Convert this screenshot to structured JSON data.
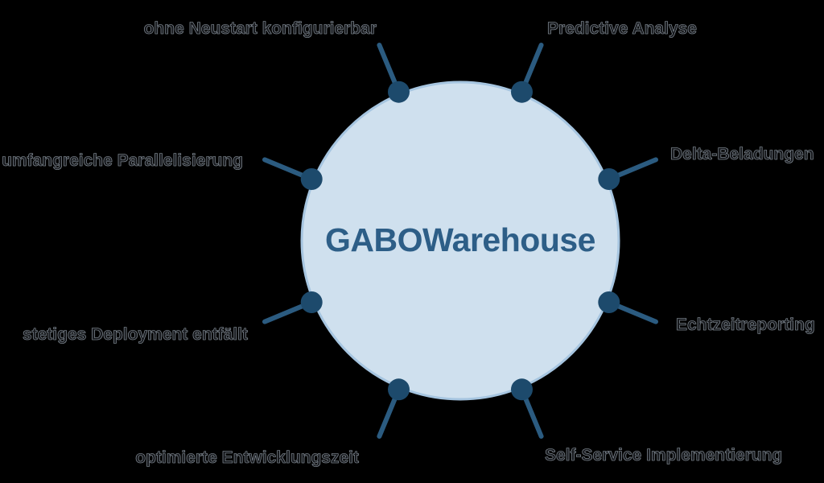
{
  "diagram": {
    "title": "GABOWarehouse",
    "type": "hub-and-spoke feature diagram",
    "features": [
      {
        "label": "ohne Neustart konfigurierbar",
        "position": "top-left"
      },
      {
        "label": "Predictive Analyse",
        "position": "top-right"
      },
      {
        "label": "umfangreiche Parallelisierung",
        "position": "left-upper"
      },
      {
        "label": "Delta-Beladungen",
        "position": "right-upper"
      },
      {
        "label": "stetiges Deployment entfällt",
        "position": "left-lower"
      },
      {
        "label": "Echtzeitreporting",
        "position": "right-lower"
      },
      {
        "label": "optimierte Entwicklungszeit",
        "position": "bottom-left"
      },
      {
        "label": "Self-Service Implementierung",
        "position": "bottom-right"
      }
    ],
    "colors": {
      "background": "#000000",
      "circle_fill": "#cfe0ee",
      "circle_border": "#a6c5e0",
      "spoke": "#2b5b80",
      "node_dot": "#1d4a6c",
      "title_text": "#2d5e87",
      "label_text": "#17191d"
    }
  }
}
